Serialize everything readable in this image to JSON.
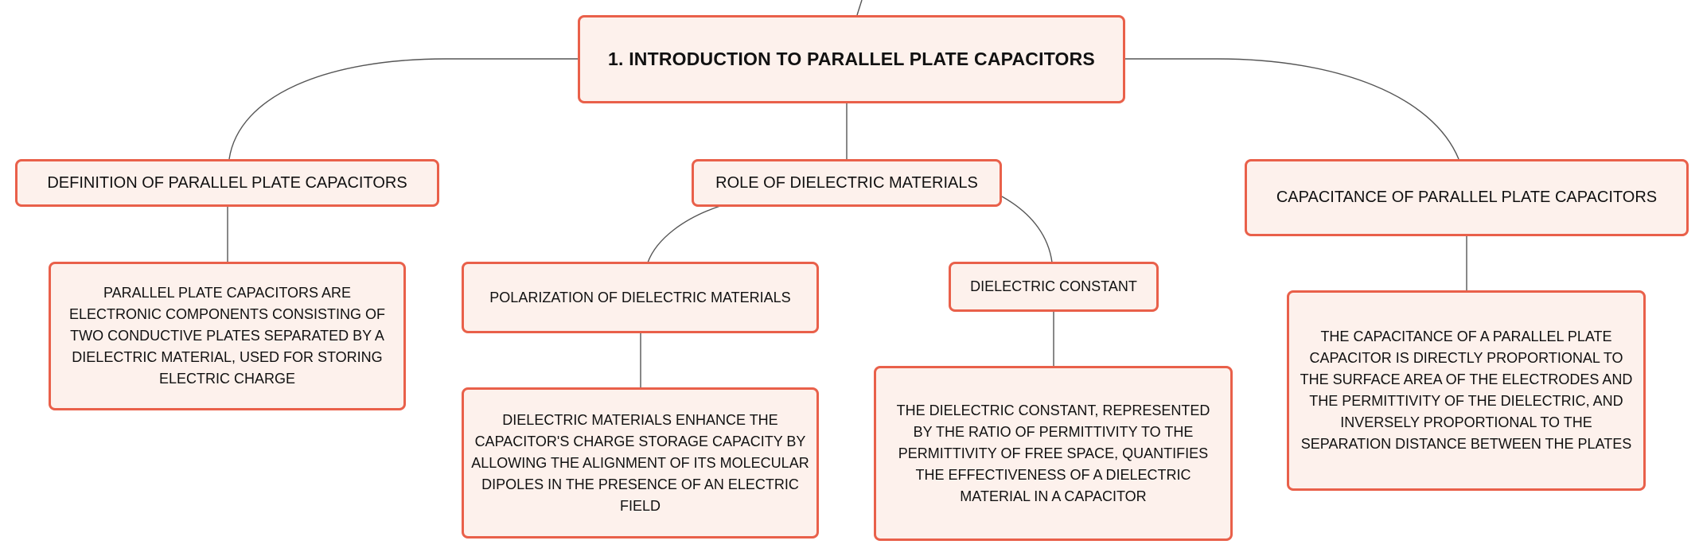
{
  "mindmap": {
    "root": {
      "label": "1. Introduction to Parallel Plate Capacitors"
    },
    "definition": {
      "label": "Definition of Parallel Plate Capacitors",
      "detail": "Parallel plate capacitors are electronic components consisting of two conductive plates separated by a dielectric material, used for storing electric charge"
    },
    "dielectric_role": {
      "label": "Role of Dielectric Materials",
      "polarization": {
        "label": "Polarization of Dielectric Materials",
        "detail": "Dielectric materials enhance the capacitor's charge storage capacity by allowing the alignment of its molecular dipoles in the presence of an electric field"
      },
      "constant": {
        "label": "Dielectric Constant",
        "detail": "The dielectric constant, represented by the ratio of permittivity to the permittivity of free space, quantifies the effectiveness of a dielectric material in a capacitor"
      }
    },
    "capacitance": {
      "label": "Capacitance of Parallel Plate Capacitors",
      "detail": "The capacitance of a parallel plate capacitor is directly proportional to the surface area of the electrodes and the permittivity of the dielectric, and inversely proportional to the separation distance between the plates"
    }
  },
  "colors": {
    "node_border": "#e9604a",
    "node_fill": "#fdf1ec",
    "connector": "#555555",
    "text": "#111111"
  }
}
